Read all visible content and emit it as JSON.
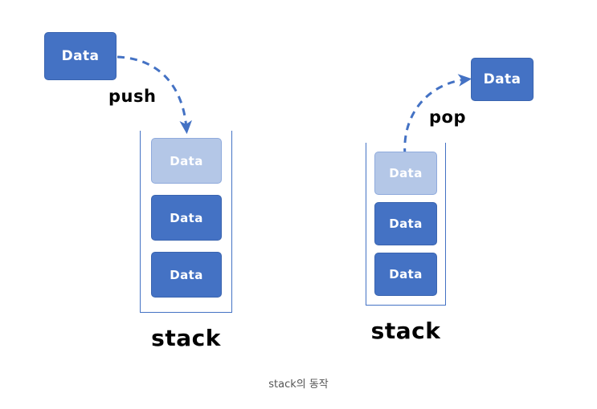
{
  "diagram": {
    "caption": "stack의 동작",
    "accent_dark": "#4472C4",
    "accent_light": "#B4C7E7",
    "arrow_color": "#4472C4",
    "text_color": "#000000",
    "caption_color": "#555555",
    "background": "#FFFFFF"
  },
  "push_side": {
    "operation_label": "push",
    "incoming_box": {
      "label": "Data",
      "shade": "dark"
    },
    "stack_label": "stack",
    "stack_items": [
      {
        "label": "Data",
        "shade": "light"
      },
      {
        "label": "Data",
        "shade": "dark"
      },
      {
        "label": "Data",
        "shade": "dark"
      }
    ]
  },
  "pop_side": {
    "operation_label": "pop",
    "outgoing_box": {
      "label": "Data",
      "shade": "dark"
    },
    "stack_label": "stack",
    "stack_items": [
      {
        "label": "Data",
        "shade": "light"
      },
      {
        "label": "Data",
        "shade": "dark"
      },
      {
        "label": "Data",
        "shade": "dark"
      }
    ]
  }
}
